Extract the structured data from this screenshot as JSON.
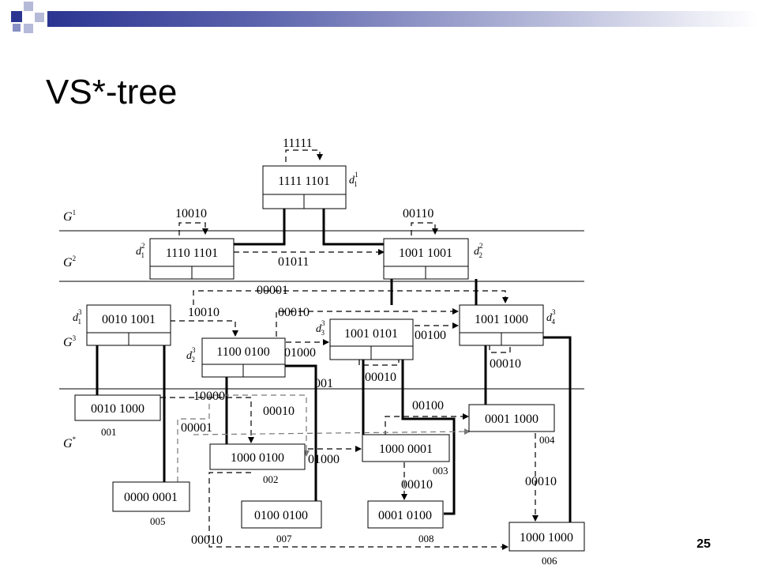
{
  "slide": {
    "title": "VS*-tree",
    "page_number": "25"
  },
  "colors": {
    "accent": "#2b3591",
    "accent_light": "#b6bad9"
  },
  "levels": [
    {
      "id": "g1",
      "base": "G",
      "sup": "1"
    },
    {
      "id": "g2",
      "base": "G",
      "sup": "2"
    },
    {
      "id": "g3",
      "base": "G",
      "sup": "3"
    },
    {
      "id": "gstar",
      "base": "G",
      "sup": "*"
    }
  ],
  "nodes": {
    "n11111101": {
      "key": "1111 1101",
      "d": "d",
      "dsub": "1",
      "dsup": "1"
    },
    "n11101101": {
      "key": "1110 1101",
      "d": "d",
      "dsub": "1",
      "dsup": "2"
    },
    "n10011001": {
      "key": "1001 1001",
      "d": "d",
      "dsub": "2",
      "dsup": "2"
    },
    "n00101001": {
      "key": "0010 1001",
      "d": "d",
      "dsub": "1",
      "dsup": "3"
    },
    "n11000100": {
      "key": "1100 0100",
      "d": "d",
      "dsub": "2",
      "dsup": "3"
    },
    "n10010101": {
      "key": "1001 0101",
      "d": "d",
      "dsub": "3",
      "dsup": "3"
    },
    "n10011000": {
      "key": "1001 1000",
      "d": "d",
      "dsub": "4",
      "dsup": "3"
    },
    "n00101000": {
      "key": "0010 1000",
      "id": "001"
    },
    "n10000100": {
      "key": "1000 0100",
      "id": "002"
    },
    "n10000001": {
      "key": "1000 0001",
      "id": "003"
    },
    "n00011000": {
      "key": "0001 1000",
      "id": "004"
    },
    "n00000001": {
      "key": "0000 0001",
      "id": "005"
    },
    "n10001000": {
      "key": "1000 1000",
      "id": "006"
    },
    "n01000100": {
      "key": "0100 0100",
      "id": "007"
    },
    "n00010100": {
      "key": "0001 0100",
      "id": "008"
    }
  },
  "edge_labels": {
    "e11111": "11111",
    "e10010a": "10010",
    "e00110": "00110",
    "e01011": "01011",
    "e00001a": "00001",
    "e10010b": "10010",
    "e00010a": "00010",
    "e01000a": "01000",
    "e00100a": "00100",
    "e00010b": "00010",
    "e00010c": "00010",
    "e001": "001",
    "e10000": "10000",
    "e00010d": "00010",
    "e00100b": "00100",
    "e00001b": "00001",
    "e01000b": "01000",
    "e00010e": "00010",
    "e00010f": "00010",
    "e00010g": "00010"
  }
}
